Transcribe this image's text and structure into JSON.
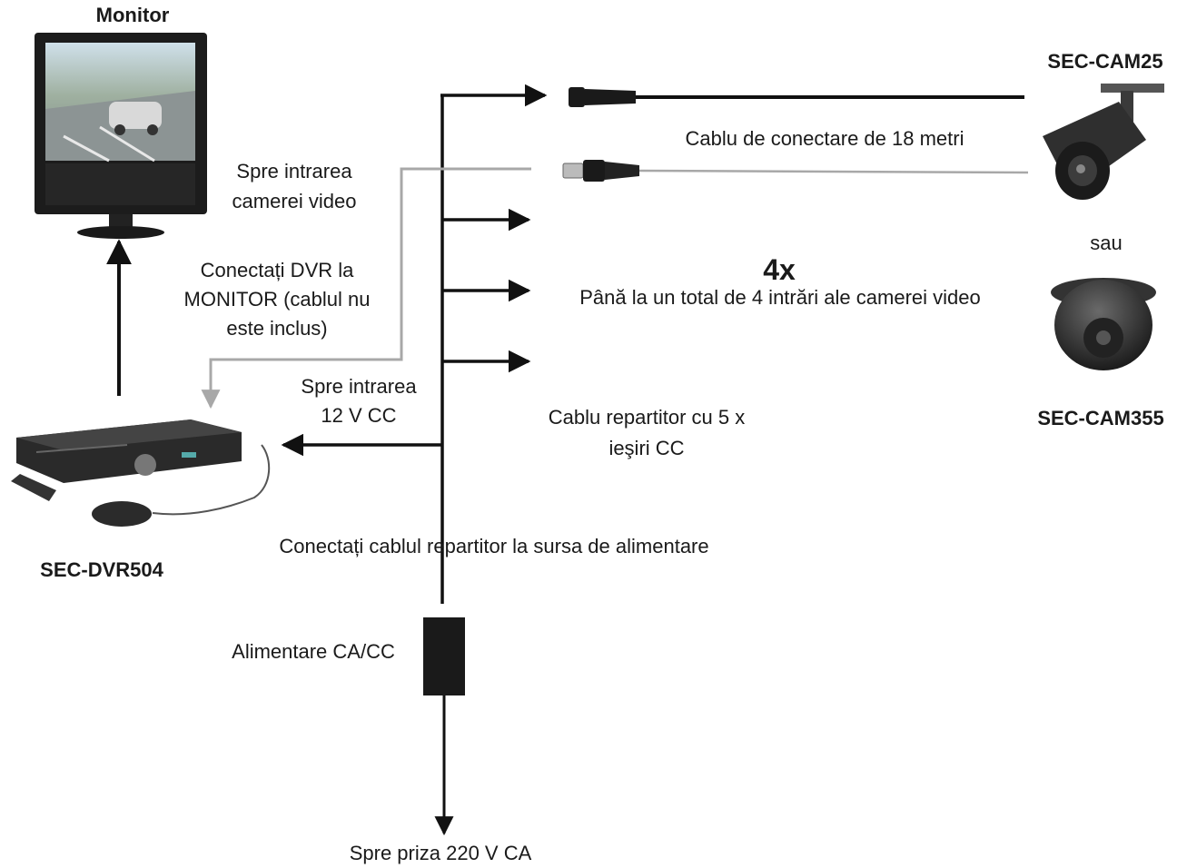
{
  "devices": {
    "monitor": "Monitor",
    "camera_bullet": "SEC-CAM25",
    "camera_dome": "SEC-CAM355",
    "dvr": "SEC-DVR504",
    "or_word": "sau"
  },
  "labels": {
    "cable_18m": "Cablu de conectare de 18 metri",
    "video_input_line1": "Spre intrarea",
    "video_input_line2": "camerei video",
    "dvr_monitor_line1": "Conectați DVR la",
    "dvr_monitor_line2": "MONITOR (cablul nu",
    "dvr_monitor_line3": "este inclus)",
    "multiplier": "4x",
    "total_inputs": "Până la un total de 4 intrări ale camerei video",
    "power_input_line1": "Spre intrarea",
    "power_input_line2": "12 V CC",
    "splitter_line1": "Cablu repartitor cu 5 x",
    "splitter_line2": "ieşiri CC",
    "connect_splitter": "Conectați cablul repartitor la sursa de alimentare",
    "psu": "Alimentare CA/CC",
    "outlet": "Spre priza 220 V CA"
  },
  "colors": {
    "power_line": "#111111",
    "video_line": "#a8a8a8",
    "device_dark": "#2a2a2a"
  }
}
